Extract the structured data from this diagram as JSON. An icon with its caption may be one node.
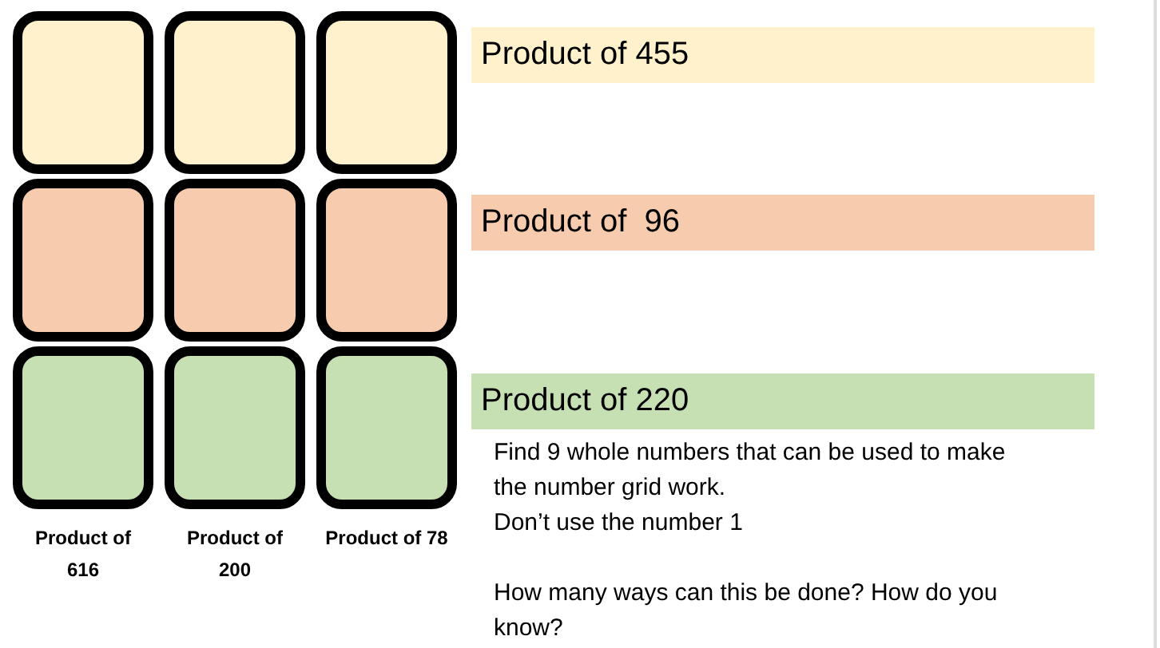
{
  "diagram": {
    "nodes": [
      {
        "text": [],
        "shape": "box"
      },
      {
        "text": [],
        "shape": "box"
      },
      {
        "text": [],
        "shape": "box"
      },
      {
        "text": [],
        "shape": "box"
      },
      {
        "text": [],
        "shape": "box"
      },
      {
        "text": [],
        "shape": "box"
      },
      {
        "text": [],
        "shape": "box"
      },
      {
        "text": [],
        "shape": "box"
      },
      {
        "text": [],
        "shape": "box"
      },
      {
        "text": [
          "Product of 455"
        ]
      },
      {
        "text": [
          "Product of  96"
        ]
      },
      {
        "text": [
          "Product of 220"
        ]
      }
    ],
    "labels": [
      "Find 9 whole numbers that can be used to make the number grid work.",
      "Don’t use the number 1",
      "How many ways can this be done? How do you know?",
      "Product of 616",
      "Product of 200",
      "Product of 78"
    ]
  }
}
